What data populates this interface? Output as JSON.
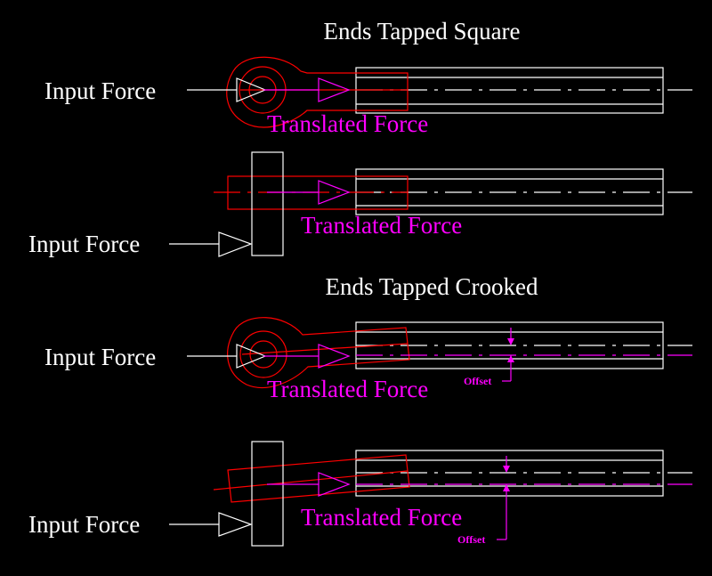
{
  "colors": {
    "background": "#000000",
    "white": "#ffffff",
    "red": "#ff0000",
    "magenta": "#ff00ff"
  },
  "sections": {
    "square": {
      "title": "Ends Tapped Square"
    },
    "crooked": {
      "title": "Ends Tapped Crooked"
    }
  },
  "labels": {
    "input_force": "Input Force",
    "translated_force": "Translated Force",
    "offset": "Offset"
  }
}
